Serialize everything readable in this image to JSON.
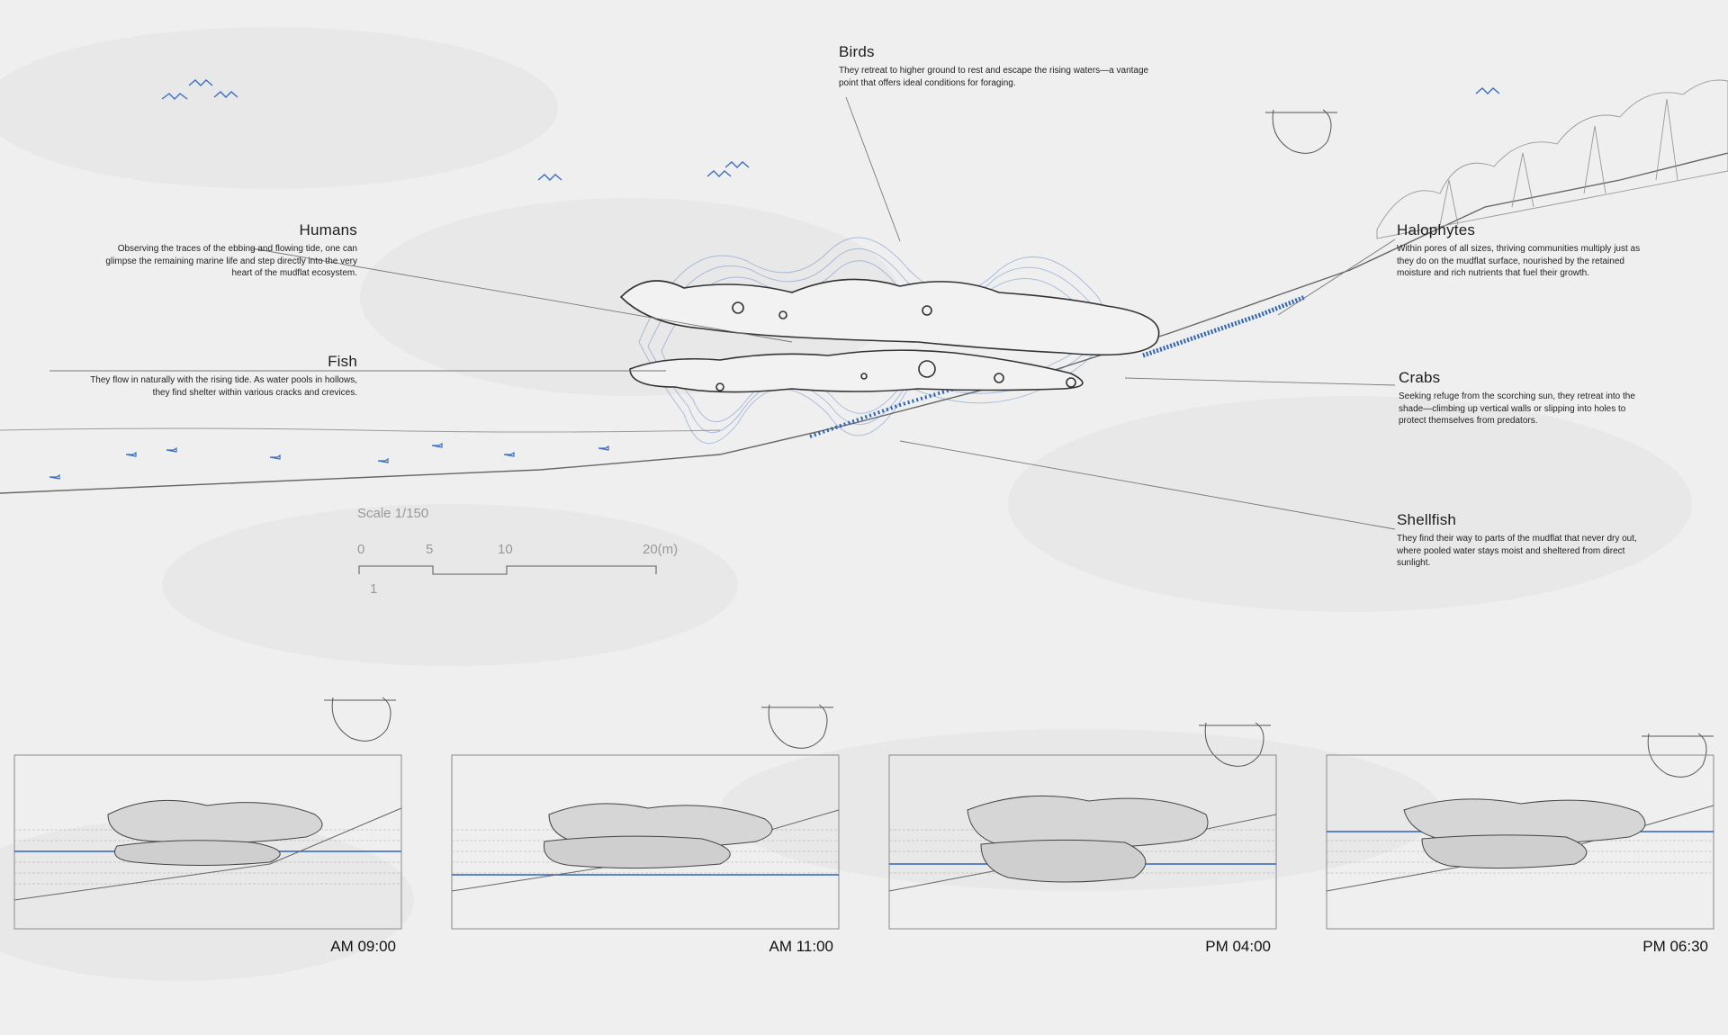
{
  "annotations": {
    "birds": {
      "title": "Birds",
      "text_line1": "They retreat to higher ground to rest and escape the rising waters—a vantage",
      "text_line2": "point that offers ideal conditions for foraging."
    },
    "humans": {
      "title": "Humans",
      "text_line1": "Observing the traces of the ebbing and flowing tide, one can",
      "text_line2": "glimpse the remaining marine life and step directly into the very",
      "text_line3": "heart of the mudflat ecosystem."
    },
    "fish": {
      "title": "Fish",
      "text_line1": "They flow in naturally with the rising tide. As water pools in hollows,",
      "text_line2": "they find shelter within various cracks and crevices."
    },
    "halophytes": {
      "title": "Halophytes",
      "text_line1": "Within pores of all sizes, thriving communities multiply just as",
      "text_line2": "they do on the mudflat surface, nourished by the retained",
      "text_line3": "moisture and rich nutrients that fuel their growth."
    },
    "crabs": {
      "title": "Crabs",
      "text_line1": "Seeking refuge from the scorching sun, they retreat into the",
      "text_line2": "shade—climbing up vertical walls or slipping into holes to",
      "text_line3": "protect themselves from predators."
    },
    "shellfish": {
      "title": "Shellfish",
      "text_line1": "They find their way to parts of the mudflat that never dry out,",
      "text_line2": "where pooled water stays moist and sheltered from direct",
      "text_line3": "sunlight."
    }
  },
  "scale": {
    "title": "Scale 1/150",
    "ticks": [
      "0",
      "5",
      "10",
      "20(m)"
    ],
    "sub_tick": "1"
  },
  "times": [
    "AM 09:00",
    "AM 11:00",
    "PM 04:00",
    "PM 06:30"
  ],
  "colors": {
    "accent_blue": "#2e63b8",
    "line_gray": "#555555",
    "background": "#efefef"
  }
}
